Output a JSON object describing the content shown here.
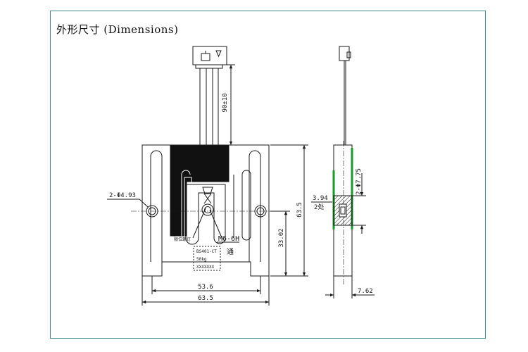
{
  "title": "外形尺寸  (Dimensions)",
  "dims": {
    "cable_len": "90±10",
    "hole_left": "2-Φ4.93",
    "thread": "M6-6H",
    "thread_note": "通",
    "small_note": "限位螺钉",
    "height_full": "63.5",
    "height_mid": "33.02",
    "width_inner": "53.6",
    "width_full": "63.5",
    "side_hole": "2-Φ7.75",
    "side_h1": "3.94",
    "side_h2": "2处",
    "thickness": "7.62"
  },
  "label_box": {
    "line1": "BS401-CT",
    "line2": "50kg",
    "line3": "XXXXXXX"
  },
  "colors": {
    "line": "#1a1a1a",
    "fill_black": "#111111",
    "accent_green": "#1a9a2a",
    "frame": "#3c8d93"
  }
}
